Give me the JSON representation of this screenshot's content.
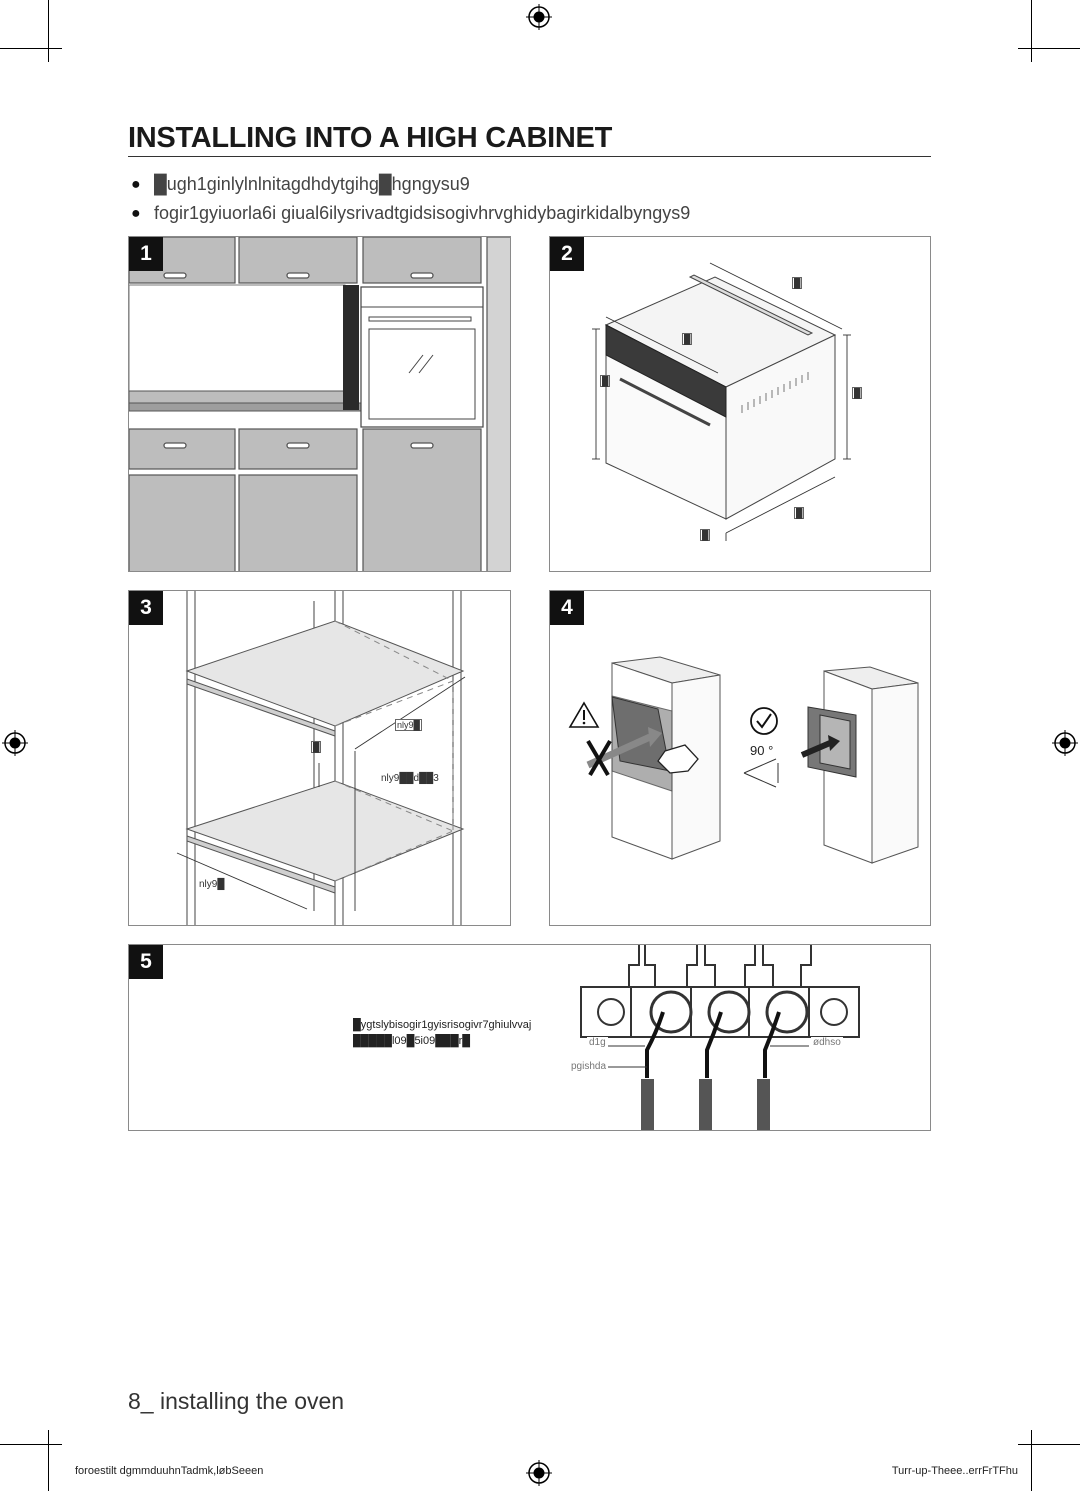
{
  "page": {
    "title": "INSTALLING INTO A HIGH CABINET",
    "bullets": [
      "█ugh1ginlylnlnitagdhdytgihg█hgngysu9",
      "fogir1gyiuorla6i giual6ilysrivadtgidsisogivhrvghidybagirkidalbyngys9"
    ],
    "section_footer": "8_ installing the oven",
    "footer_left": "foroestilt dgmmduuhnTadmk,løbSeeen",
    "footer_right": "Turr-up-Theee..errFrTFhu"
  },
  "panels": [
    {
      "number": "1"
    },
    {
      "number": "2",
      "labels": [
        "█",
        "█",
        "█",
        "█",
        "█",
        "█"
      ]
    },
    {
      "number": "3",
      "labels": [
        "nly9█",
        "█",
        "nly9██d██3",
        "nly9█"
      ]
    },
    {
      "number": "4",
      "angle": "90 °"
    },
    {
      "number": "5",
      "text_line1": "█ygtslybisogir1gyisrisogivr7ghiulvvaj",
      "text_line2": "█████l09█5i09███r█",
      "labels": [
        "d1g",
        "ødhso",
        "pgishda"
      ]
    }
  ],
  "colors": {
    "cabinet_fill": "#bdbdbd",
    "cabinet_stroke": "#555555",
    "oven_front": "#3a3a3a",
    "cable": "#555555"
  }
}
